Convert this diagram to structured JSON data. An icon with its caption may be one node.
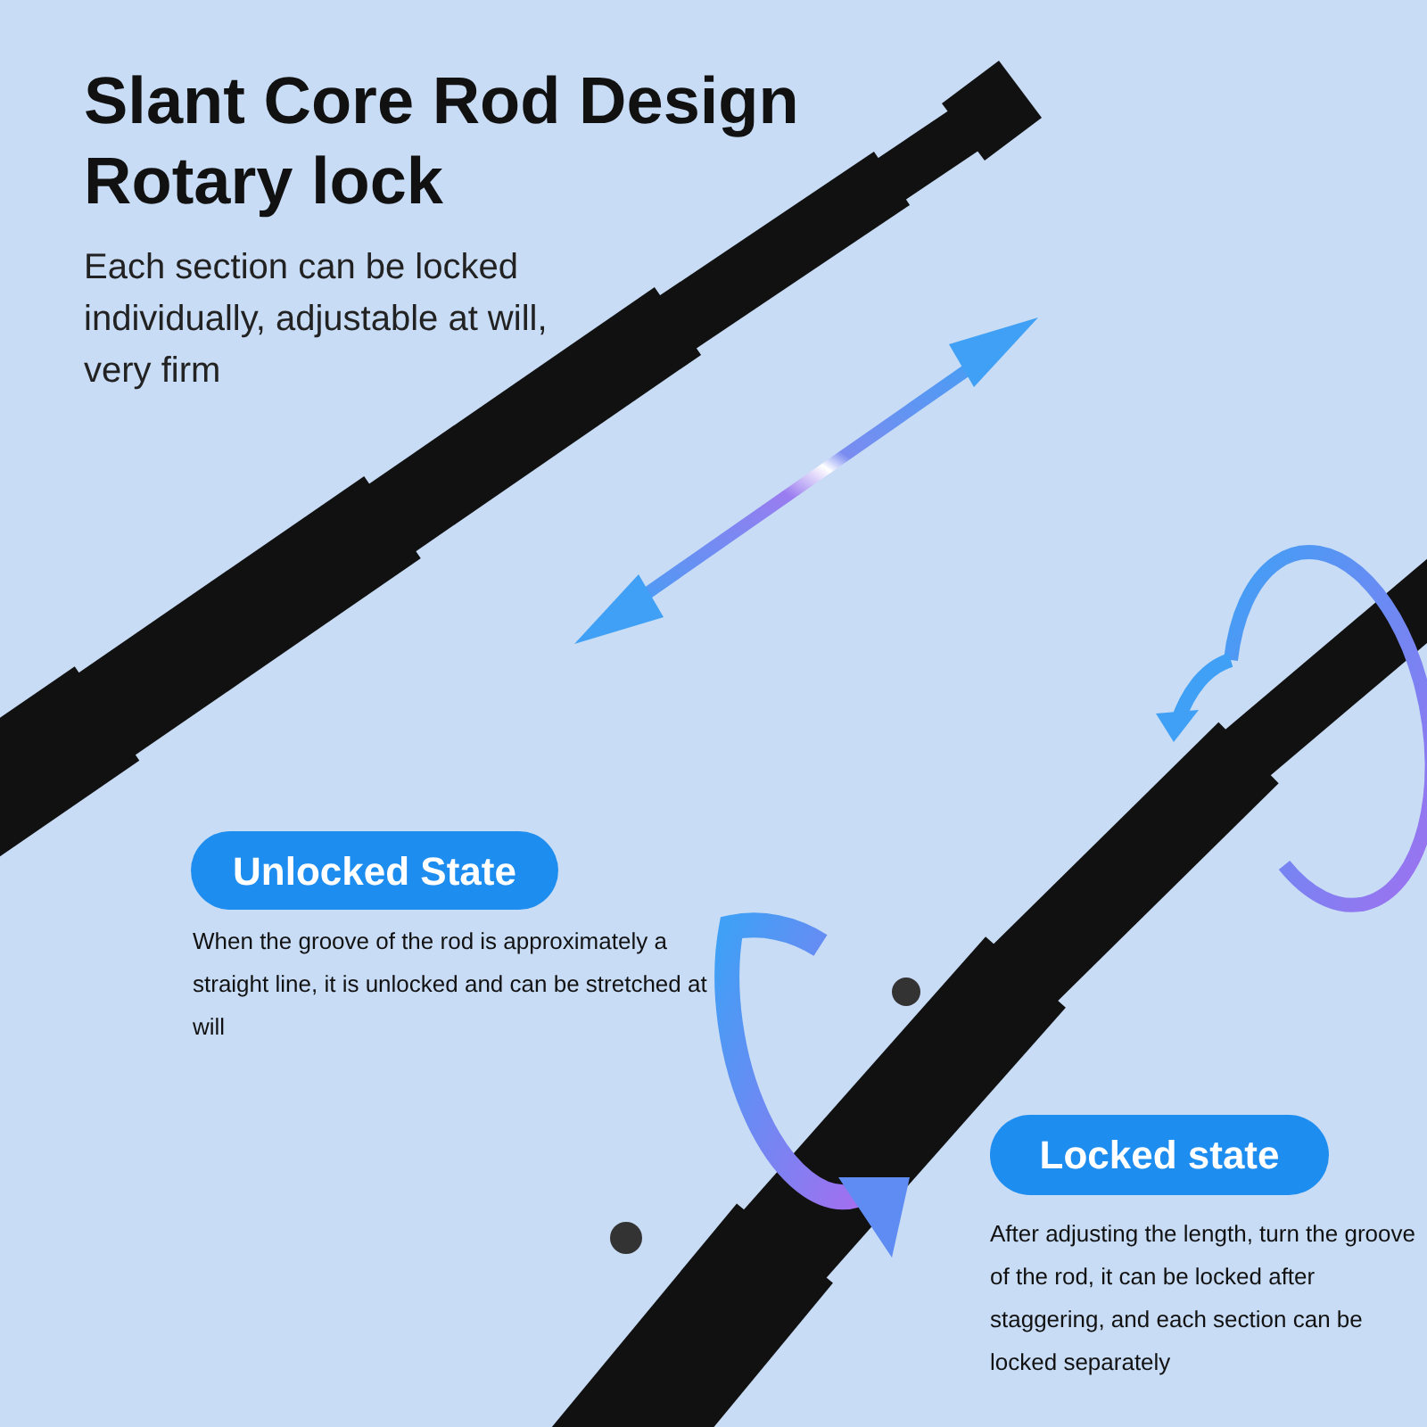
{
  "diagram": {
    "title": "Slant Core Rod Design Rotary lock",
    "nodes": [
      {
        "text": [
          "Unlocked State"
        ],
        "beside": [
          "When the groove of the rod is approximately a straight line, it is unlocked and can be stretched at will"
        ]
      },
      {
        "text": [
          "Locked state"
        ],
        "beside": [
          "After adjusting the length, turn the groove of the rod, it can be locked after staggering, and each section can be locked separately"
        ]
      }
    ],
    "labels": [
      "Each section can be locked individually, adjustable at will, very firm"
    ]
  }
}
